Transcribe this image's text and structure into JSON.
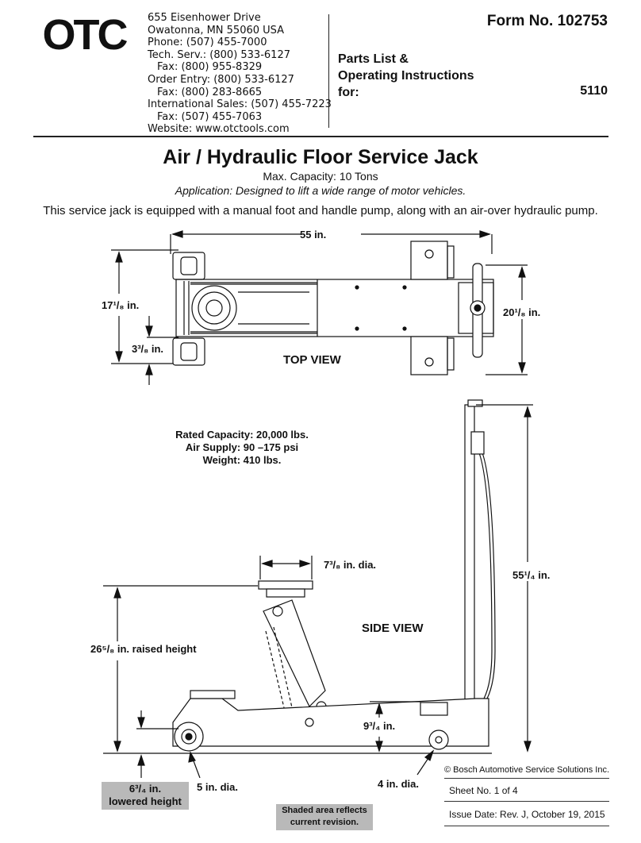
{
  "header": {
    "logo_text": "OTC",
    "address_lines": [
      "655 Eisenhower Drive",
      "Owatonna, MN  55060  USA",
      "Phone: (507) 455-7000",
      "Tech. Serv.: (800) 533-6127",
      "Fax: (800) 955-8329",
      "Order Entry: (800) 533-6127",
      "Fax: (800) 283-8665",
      "International Sales: (507) 455-7223",
      "Fax: (507) 455-7063",
      "Website: www.otctools.com"
    ],
    "form_number": "Form No. 102753",
    "parts_list_lines": [
      "Parts List &",
      "Operating Instructions",
      "for:"
    ],
    "model": "5110"
  },
  "title": "Air / Hydraulic Floor Service Jack",
  "capacity": "Max. Capacity: 10 Tons",
  "application": "Application: Designed to lift a wide range of motor vehicles.",
  "intro": "This service jack is equipped with a manual foot and handle pump, along with an air-over hydraulic pump.",
  "top_view": {
    "label": "TOP VIEW",
    "length": "55 in.",
    "width_outer": "17¹/₈ in.",
    "wheel_width": "3³/₈ in.",
    "handle_width": "20¹/₈ in."
  },
  "specs": [
    "Rated Capacity: 20,000 lbs.",
    "Air Supply: 90 –175 psi",
    "Weight: 410 lbs."
  ],
  "side_view": {
    "label": "SIDE VIEW",
    "saddle_dia": "7³/₈ in. dia.",
    "raised_height": "26⁵/₈ in. raised height",
    "handle_height": "55¹/₄ in.",
    "caster_height": "9³/₄ in.",
    "lowered_height_lines": [
      "6³/₄ in.",
      "lowered height"
    ],
    "front_wheel": "5 in. dia.",
    "rear_wheel": "4 in. dia."
  },
  "footer": {
    "shaded_note_lines": [
      "Shaded area reflects",
      "current revision."
    ],
    "copyright": "© Bosch Automotive Service Solutions Inc.",
    "sheet": "Sheet No.    1 of 4",
    "issue": "Issue Date: Rev. J, October 19, 2015"
  }
}
